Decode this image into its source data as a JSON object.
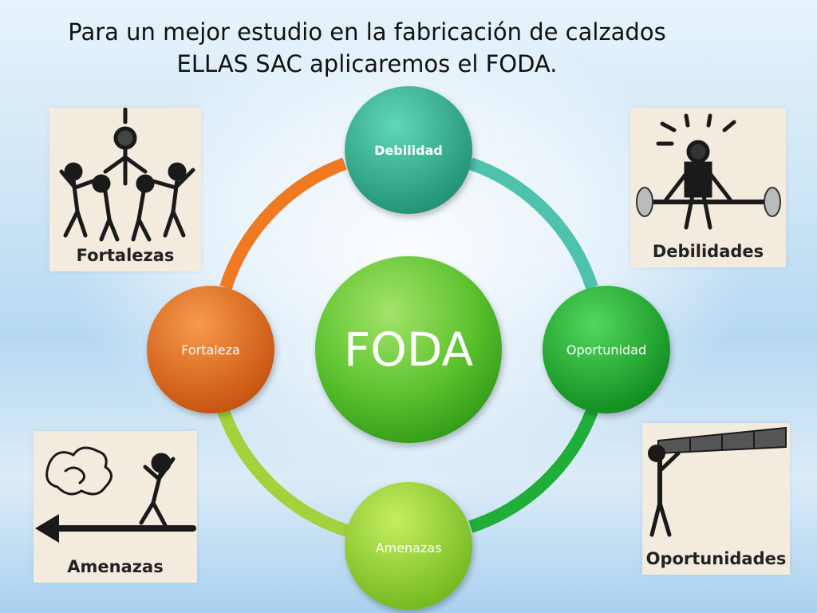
{
  "slide": {
    "title_line1": "Para un mejor estudio en la fabricación de calzados",
    "title_line2": "ELLAS SAC aplicaremos el FODA."
  },
  "diagram": {
    "center": {
      "label": "FODA",
      "color": "#5cc22e"
    },
    "nodes": [
      {
        "key": "debilidad",
        "label": "Debilidad",
        "color": "#2fae8e"
      },
      {
        "key": "oportunidad",
        "label": "Oportunidad",
        "color": "#22b52c"
      },
      {
        "key": "amenazas",
        "label": "Amenazas",
        "color": "#8fd12e"
      },
      {
        "key": "fortaleza",
        "label": "Fortaleza",
        "color": "#e4661a"
      }
    ],
    "ring_colors": {
      "top_right": "#4fc2ad",
      "bottom_right": "#1fae37",
      "bottom_left": "#a3d33c",
      "top_left": "#ef7a22"
    }
  },
  "pictures": {
    "fortalezas": {
      "caption": "Fortalezas",
      "icon": "team-lifting-icon"
    },
    "debilidades": {
      "caption": "Debilidades",
      "icon": "weightlifter-icon"
    },
    "amenazas": {
      "caption": "Amenazas",
      "icon": "storm-runner-icon"
    },
    "oportunidades": {
      "caption": "Oportunidades",
      "icon": "telescope-icon"
    }
  }
}
